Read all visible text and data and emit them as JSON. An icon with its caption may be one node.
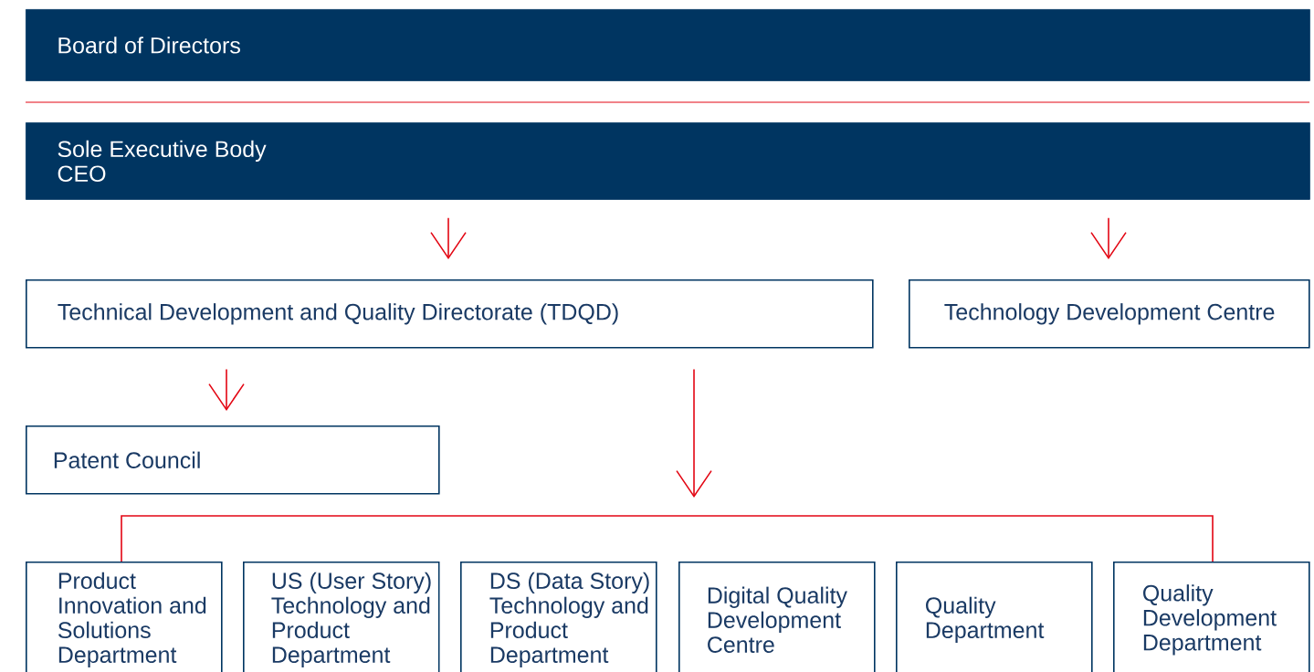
{
  "diagram": {
    "nodes": [
      {
        "text": [
          "Board of Directors"
        ]
      },
      {
        "text": [
          "Sole Executive Body",
          "CEO"
        ]
      },
      {
        "text": [
          "Technical Development and Quality Directorate (TDQD)"
        ]
      },
      {
        "text": [
          "Technology Development Centre"
        ]
      },
      {
        "text": [
          "Patent Council"
        ]
      },
      {
        "text": [
          "Product Innovation and Solutions Department"
        ]
      },
      {
        "text": [
          "US (User Story) Technology and Product Department"
        ]
      },
      {
        "text": [
          "DS (Data Story) Technology and Product Department"
        ]
      },
      {
        "text": [
          "Digital Quality Development Centre"
        ]
      },
      {
        "text": [
          "Quality Department"
        ]
      },
      {
        "text": [
          "Quality Development Department"
        ]
      }
    ],
    "edges": [
      {
        "from": 1,
        "to": 2,
        "arrow": "to"
      },
      {
        "from": 1,
        "to": 3,
        "arrow": "to"
      },
      {
        "from": 2,
        "to": 4,
        "arrow": "to"
      },
      {
        "from": 2,
        "to": null,
        "arrow": "to"
      },
      {
        "from": 5,
        "to": 10,
        "arrow": "none"
      }
    ]
  }
}
